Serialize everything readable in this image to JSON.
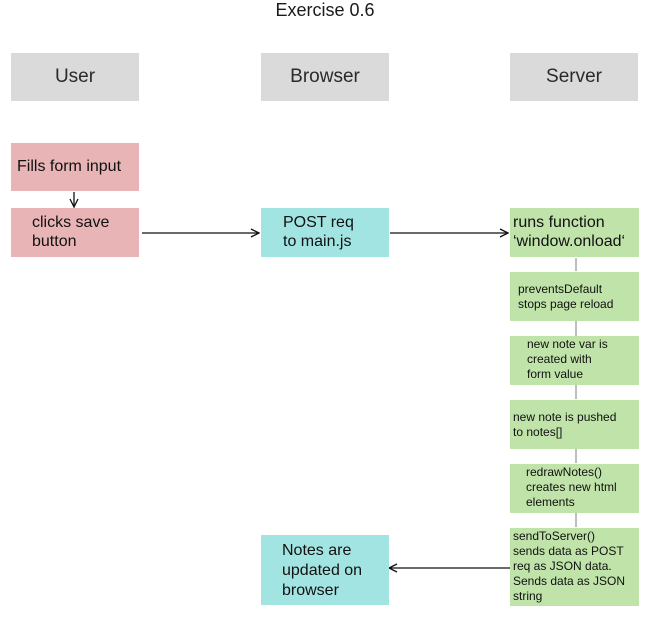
{
  "title": "Exercise 0.6",
  "lanes": {
    "user": "User",
    "browser": "Browser",
    "server": "Server"
  },
  "nodes": {
    "fills_form": "Fills form input",
    "clicks_save": "clicks save\nbutton",
    "post_req": "POST req\nto main.js",
    "runs_function": "runs function\n‘window.onload‘",
    "prevents_default": "preventsDefault\nstops page reload",
    "new_note_var": "new note var is\ncreated with\nform value",
    "note_pushed": "new note is pushed\nto notes[]",
    "redraw_notes": "redrawNotes()\ncreates new html\nelements",
    "send_to_server": "sendToServer()\nsends data as POST\nreq as JSON data.\nSends data as JSON\nstring",
    "notes_updated": "Notes are\nupdated on\nbrowser"
  },
  "colors": {
    "user_nodes": "#e8b4b6",
    "browser_nodes": "#a1e4e1",
    "server_nodes": "#bfe3a9",
    "lane_header": "#dadada"
  }
}
